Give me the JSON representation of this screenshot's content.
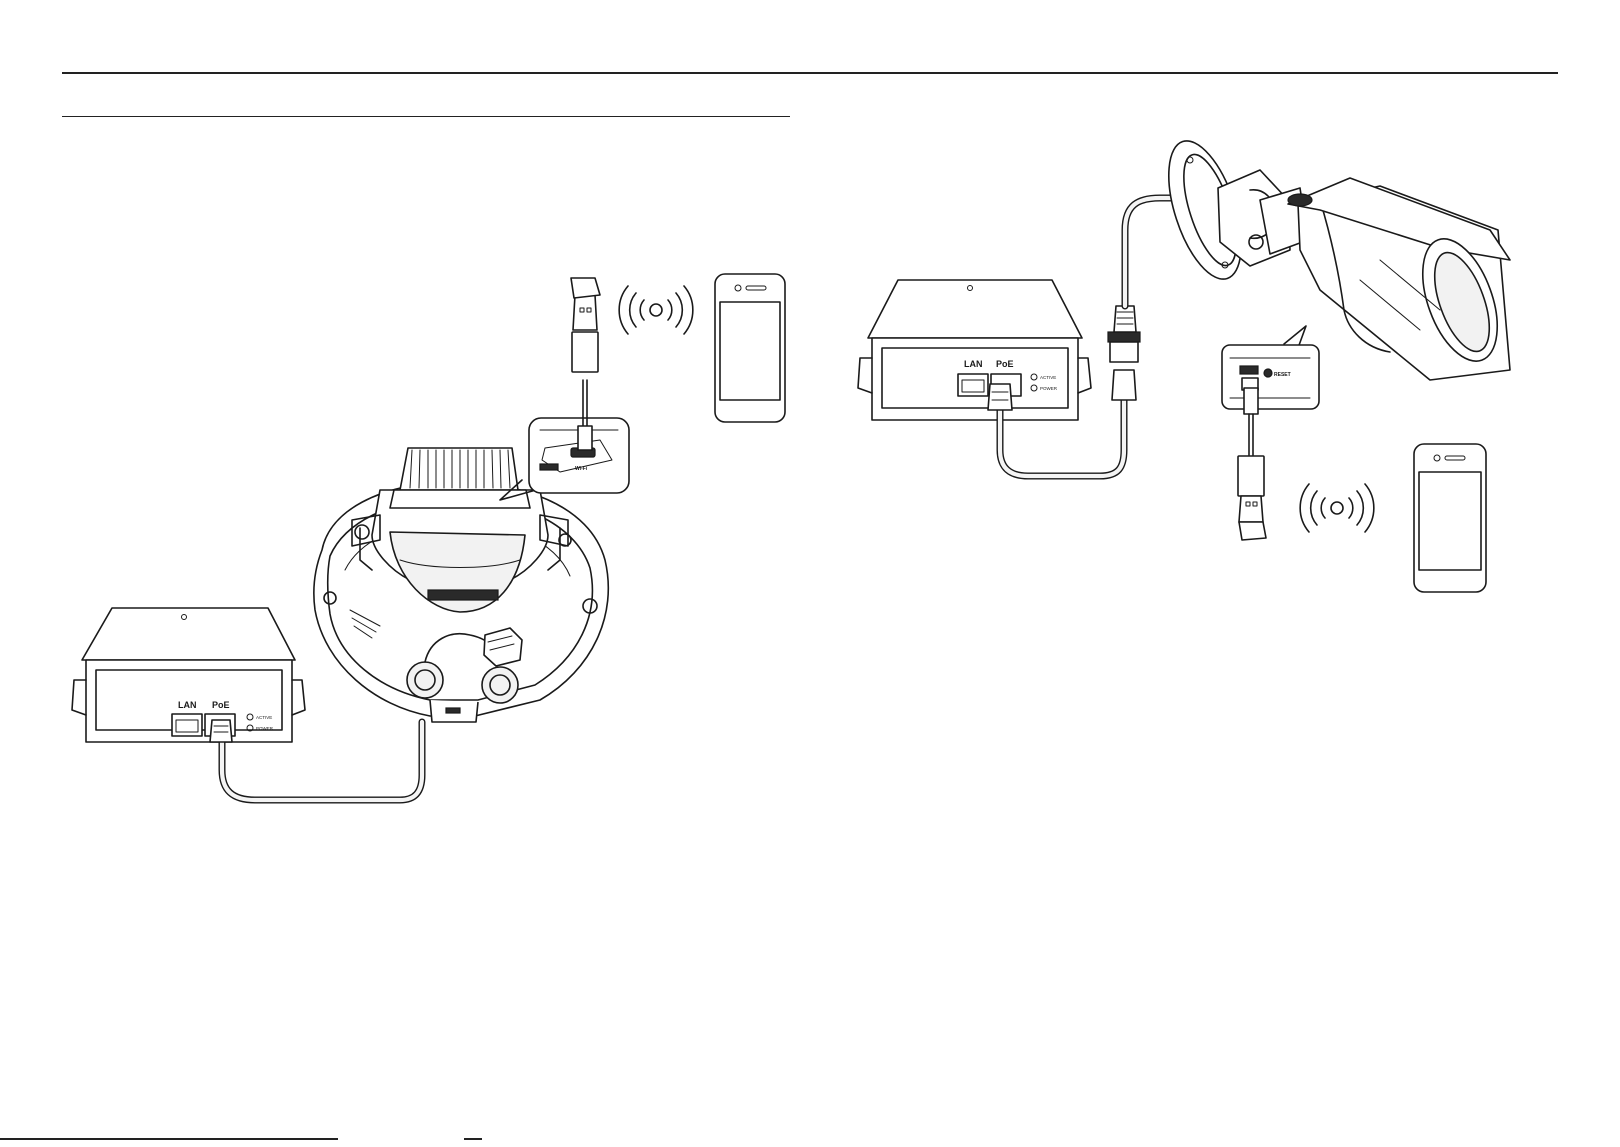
{
  "left_figure": {
    "injector": {
      "lan_label": "LAN",
      "poe_label": "PoE",
      "led_top_label": "ACTIVE",
      "led_bottom_label": "POWER"
    },
    "camera_type": "dome-camera",
    "usb_slot_label": "Wi-Fi"
  },
  "right_figure": {
    "injector": {
      "lan_label": "LAN",
      "poe_label": "PoE",
      "led_top_label": "ACTIVE",
      "led_bottom_label": "POWER"
    },
    "camera_type": "bullet-camera",
    "usb_slot_label": "RESET"
  },
  "icons": [
    "usb-dongle-icon",
    "wifi-signal-icon",
    "smartphone-icon",
    "ethernet-plug-icon"
  ],
  "colors": {
    "line": "#1a1a1a",
    "background": "#ffffff"
  }
}
